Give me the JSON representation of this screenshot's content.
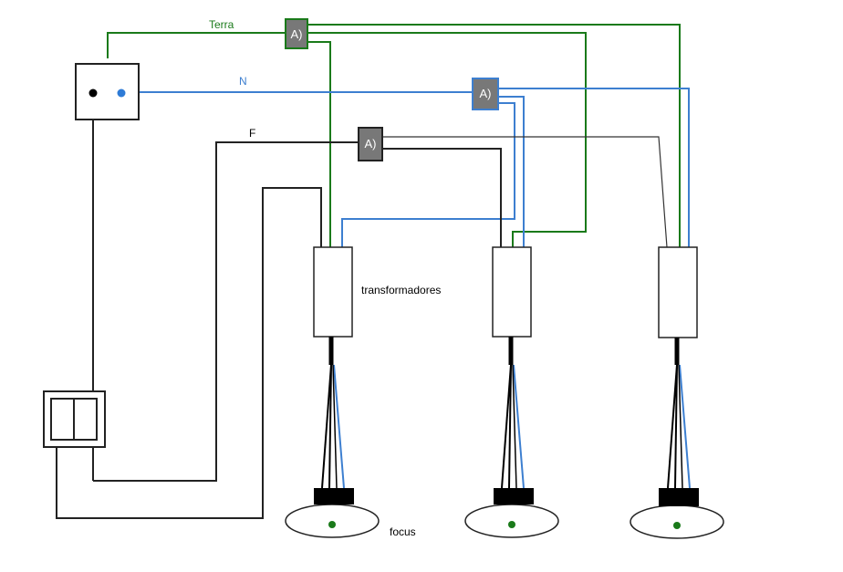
{
  "labels": {
    "ground": "Terra",
    "neutral": "N",
    "phase": "F",
    "transformers": "transformadores",
    "lamps": "focus"
  },
  "junction_boxes": [
    {
      "id": "ground-box",
      "label": "A)"
    },
    {
      "id": "neutral-box",
      "label": "A)"
    },
    {
      "id": "phase-box",
      "label": "A)"
    }
  ],
  "colors": {
    "ground_wire": "#1a7a1a",
    "neutral_wire": "#3d7fd0",
    "phase_wire": "#222222",
    "box_fill": "#787878",
    "box_border_ground": "#1a7a1a",
    "box_border_neutral": "#3d7fd0",
    "box_border_phase": "#222222"
  }
}
